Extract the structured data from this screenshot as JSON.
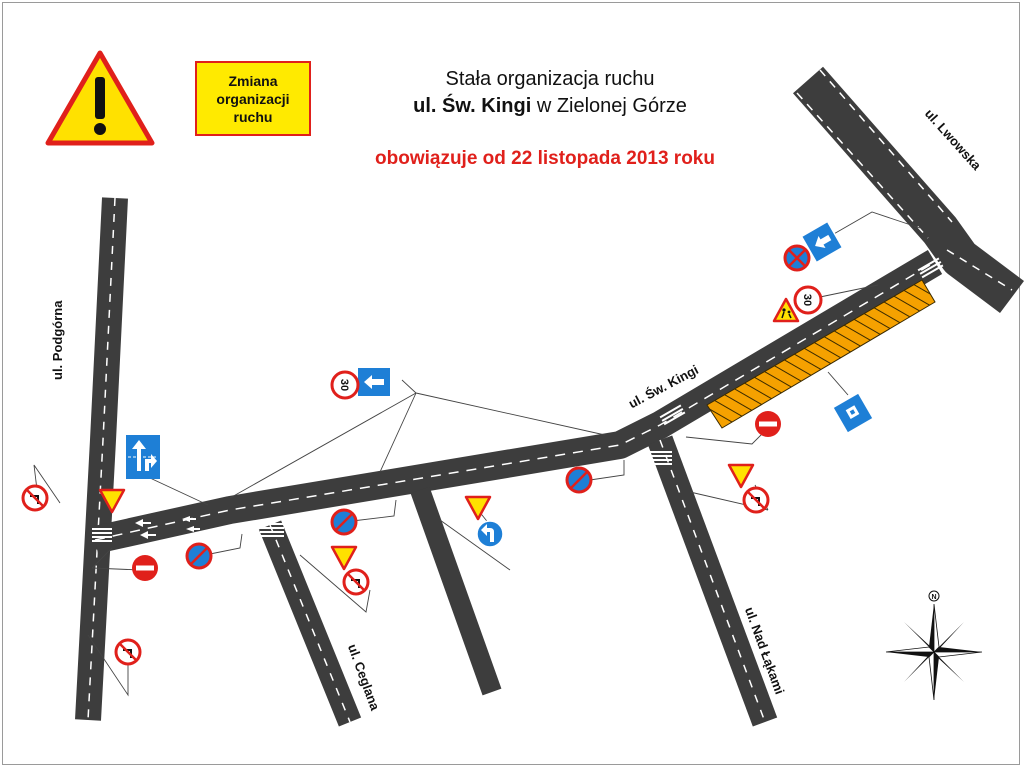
{
  "header": {
    "title_line1": "Stała organizacja ruchu",
    "title_line2_bold": "ul. Św. Kingi",
    "title_line2_rest": " w Zielonej Górze",
    "effective_date": "obowiązuje od 22 listopada 2013 roku"
  },
  "notice_box": {
    "text_line1": "Zmiana",
    "text_line2": "organizacji",
    "text_line3": "ruchu"
  },
  "streets": {
    "podgorna": "ul. Podgórna",
    "lwowska": "ul. Lwowska",
    "sw_kingi": "ul. Św. Kingi",
    "ceglana": "ul. Ceglana",
    "nad_lakami": "ul. Nad Łąkami"
  },
  "signs": {
    "speed_limit": "30",
    "compass_north": "N"
  },
  "colors": {
    "road": "#3d3d3d",
    "sign_red": "#e0201b",
    "sign_blue": "#1e7fd6",
    "sign_yellow": "#ffe100",
    "parking_hatch": "#f5a100",
    "date_text": "#e0201b"
  },
  "icons": {
    "warning": "exclamation-triangle-icon",
    "no_stopping": "no-stopping-sign-icon",
    "no_entry": "no-entry-sign-icon",
    "give_way": "give-way-sign-icon",
    "no_left_turn": "no-left-turn-sign-icon",
    "one_way": "one-way-arrow-sign-icon",
    "lane_directions": "lane-directions-sign-icon",
    "mandatory_left": "mandatory-left-turn-sign-icon",
    "parking": "parking-sign-icon",
    "children": "children-warning-sign-icon",
    "compass": "compass-rose-icon"
  }
}
